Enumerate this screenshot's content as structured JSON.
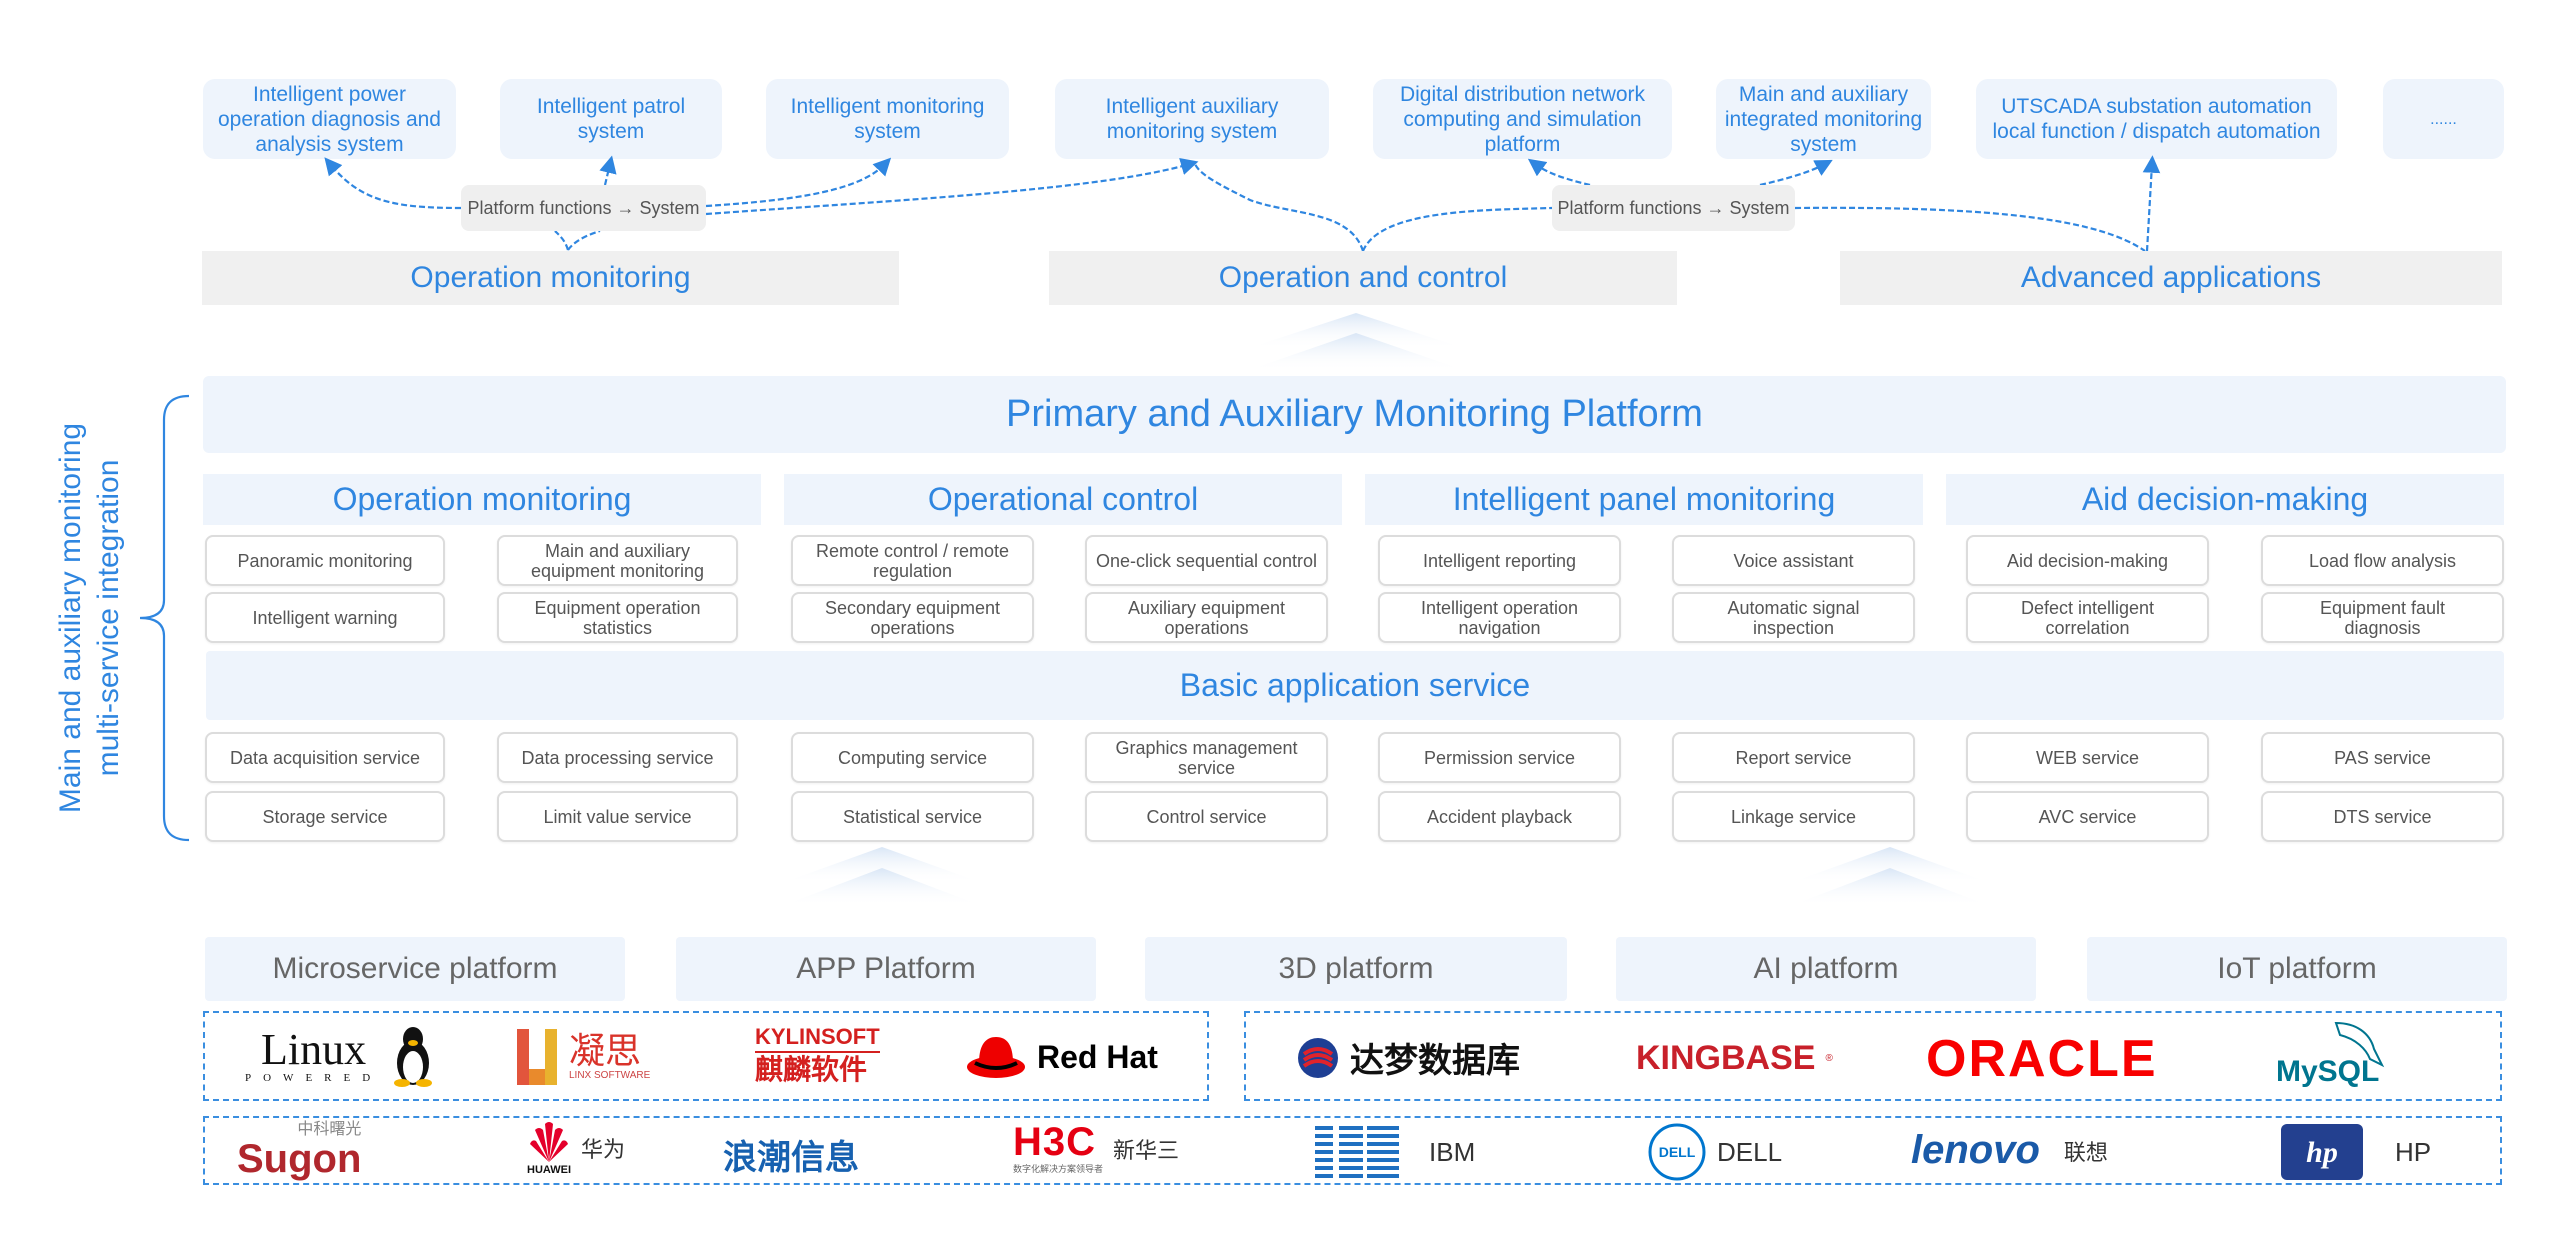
{
  "top_systems": [
    {
      "label": "Intelligent power operation diagnosis and analysis system"
    },
    {
      "label": "Intelligent patrol system"
    },
    {
      "label": "Intelligent monitoring system"
    },
    {
      "label": "Intelligent auxiliary monitoring system"
    },
    {
      "label": "Digital distribution network computing and simulation platform"
    },
    {
      "label": "Main and auxiliary integrated monitoring system"
    },
    {
      "label": "UTSCADA substation automation local function / dispatch automation"
    },
    {
      "label": "......"
    }
  ],
  "platform_function_labels": [
    "Platform functions → System",
    "Platform functions → System"
  ],
  "application_categories": [
    "Operation monitoring",
    "Operation and control",
    "Advanced applications"
  ],
  "side_label": {
    "line1": "Main and auxiliary monitoring",
    "line2": "multi-service integration"
  },
  "platform": {
    "title": "Primary and Auxiliary Monitoring Platform",
    "sections": [
      {
        "title": "Operation monitoring",
        "items": [
          "Panoramic monitoring",
          "Main and auxiliary equipment monitoring",
          "Intelligent warning",
          "Equipment operation statistics"
        ]
      },
      {
        "title": "Operational control",
        "items": [
          "Remote control / remote regulation",
          "One-click sequential control",
          "Secondary equipment operations",
          "Auxiliary equipment operations"
        ]
      },
      {
        "title": "Intelligent panel monitoring",
        "items": [
          "Intelligent reporting",
          "Voice assistant",
          "Intelligent operation navigation",
          "Automatic signal inspection"
        ]
      },
      {
        "title": "Aid decision-making",
        "items": [
          "Aid decision-making",
          "Load flow analysis",
          "Defect intelligent correlation",
          "Equipment fault diagnosis"
        ]
      }
    ],
    "basic_service": {
      "title": "Basic application service",
      "row1": [
        "Data acquisition service",
        "Data processing service",
        "Computing service",
        "Graphics management service",
        "Permission service",
        "Report service",
        "WEB service",
        "PAS service"
      ],
      "row2": [
        "Storage service",
        "Limit value service",
        "Statistical service",
        "Control service",
        "Accident playback",
        "Linkage service",
        "AVC service",
        "DTS service"
      ]
    }
  },
  "base_platforms": [
    "Microservice platform",
    "APP Platform",
    "3D platform",
    "AI platform",
    "IoT platform"
  ],
  "os_logos": [
    {
      "name": "Linux",
      "sub": "POWERED"
    },
    {
      "name": "凝思",
      "sub": "LINX SOFTWARE"
    },
    {
      "name": "KYLINSOFT",
      "sub": "麒麟软件"
    },
    {
      "name": "Red Hat"
    }
  ],
  "db_logos": [
    {
      "name": "达梦数据库"
    },
    {
      "name": "KINGBASE"
    },
    {
      "name": "ORACLE"
    },
    {
      "name": "MySQL"
    }
  ],
  "hw_logos": [
    {
      "name": "Sugon",
      "sub": "中科曙光"
    },
    {
      "name": "HUAWEI",
      "label": "华为"
    },
    {
      "name": "浪潮信息"
    },
    {
      "name": "H3C",
      "label": "新华三",
      "sub": "数字化解决方案领导者"
    },
    {
      "name": "IBM",
      "label": "IBM"
    },
    {
      "name": "DELL",
      "label": "DELL"
    },
    {
      "name": "lenovo",
      "label": "联想"
    },
    {
      "name": "hp",
      "label": "HP"
    }
  ],
  "colors": {
    "accent": "#2f86e0",
    "panel": "#eef4fc",
    "category_bg": "#f0f0f0",
    "card_text": "#555555"
  }
}
